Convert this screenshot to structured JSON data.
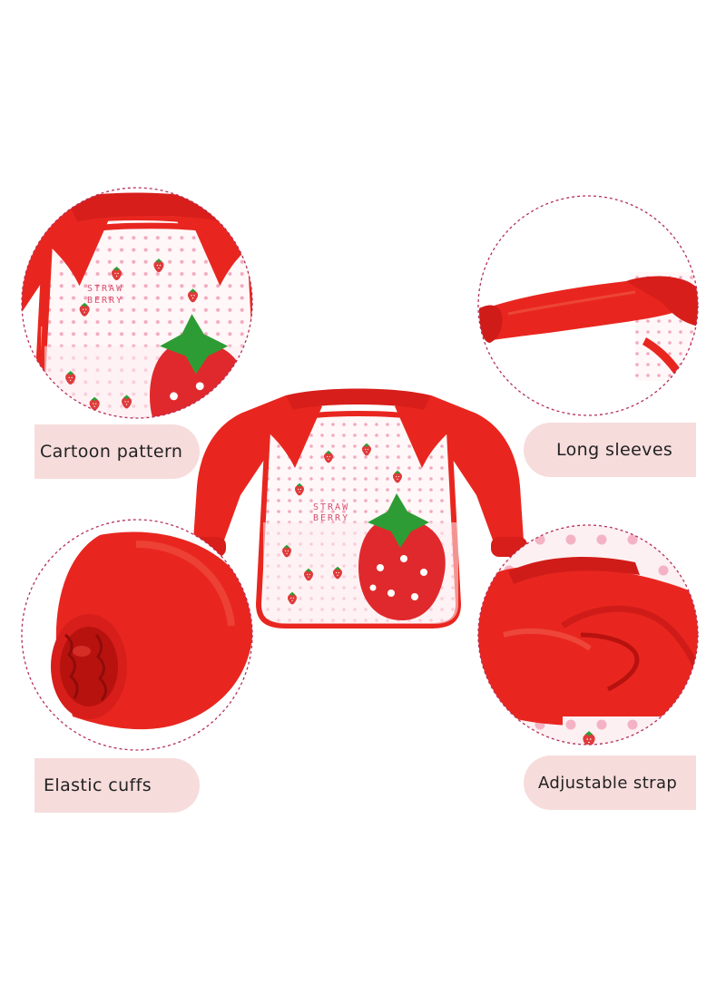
{
  "features": {
    "cartoon_pattern": "Cartoon pattern",
    "long_sleeves": "Long sleeves",
    "elastic_cuffs": "Elastic cuffs",
    "adjustable_strap": "Adjustable strap"
  },
  "print_text": {
    "line1": "STRAW",
    "line2": "BERRY"
  },
  "colors": {
    "red": "#e8261f",
    "dark_red": "#c8141a",
    "pink_label": "#f7dcdc",
    "circle_border": "#b5305a",
    "leaf_green": "#2e9c34"
  }
}
